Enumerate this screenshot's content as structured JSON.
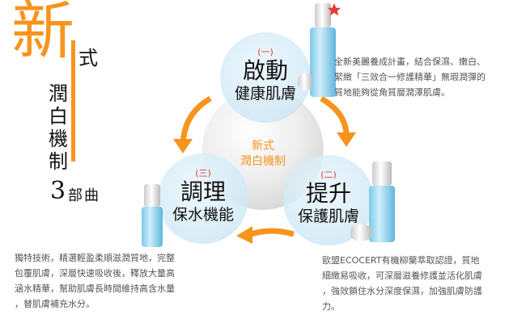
{
  "title": {
    "big": "新",
    "small": "式",
    "vertical": [
      "潤",
      "白",
      "機",
      "制"
    ],
    "number": "3",
    "suffix": "部曲"
  },
  "center": {
    "line1": "新式",
    "line2": "潤白機制"
  },
  "steps": [
    {
      "num": "(一)",
      "head": "啟動",
      "sub": "健康肌膚"
    },
    {
      "num": "(二)",
      "head": "提升",
      "sub": "保護肌膚"
    },
    {
      "num": "(三)",
      "head": "調理",
      "sub": "保水機能"
    }
  ],
  "descriptions": {
    "top": [
      "全新美麗養成計畫，結合保濕、嫩白、",
      "緊緻「三效合一修護精華」無瑕潤彈的",
      "質地能夠從角質層潤澤肌膚。"
    ],
    "left": [
      "獨特技術，精選輕盈柔順滋潤質地，完整",
      "包覆肌膚，深層快速吸收後，釋放大量高",
      "涵水精華，幫助肌膚長時間維持高含水量",
      "，替肌膚補充水分。"
    ],
    "right": [
      "歐盟ECOCERT有機柳蘭萃取認證，質地",
      "細緻易吸收，可深層滋養修護並活化肌膚",
      "，強效鎖住水分深度保濕，加強肌膚防護",
      "力。"
    ]
  },
  "colors": {
    "accent": "#f7941d",
    "star": "#e53935"
  }
}
